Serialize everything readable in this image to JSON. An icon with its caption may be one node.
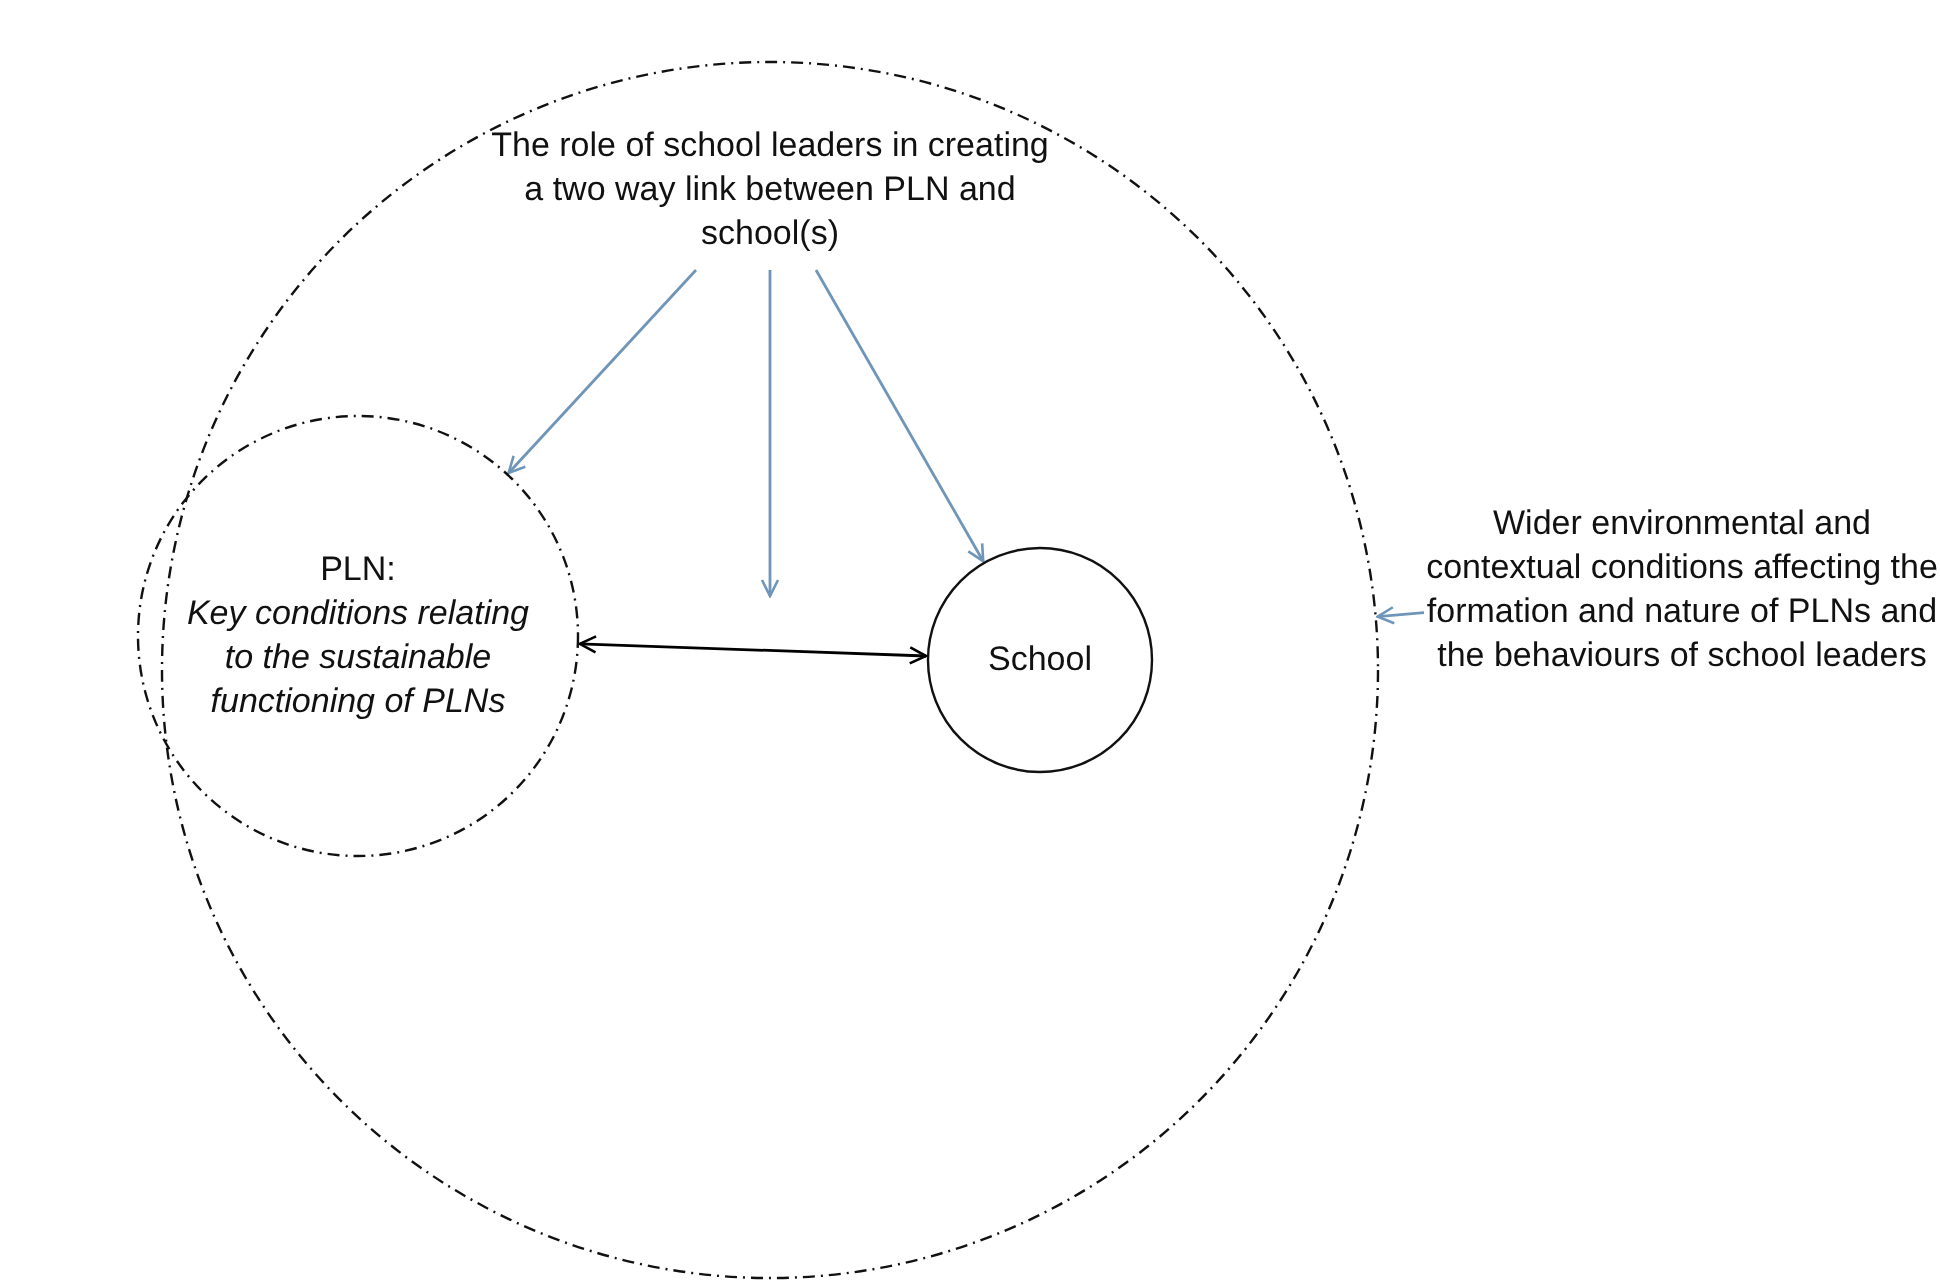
{
  "diagram": {
    "nodes": [
      {
        "text": [],
        "shape": "circle"
      },
      {
        "text": [
          "The role of school leaders in creating a two way link between PLN and school(s)"
        ],
        "in": 0
      },
      {
        "text": [
          "PLN:",
          "Key conditions relating to the sustainable functioning of PLNs"
        ],
        "in": 0
      },
      {
        "text": [
          "School"
        ],
        "in": 0
      },
      {
        "text": [
          "Wider environmental and contextual conditions affecting the formation and nature of PLNs and the behaviours of school leaders"
        ]
      }
    ],
    "edges": [
      {
        "from": 1,
        "to": 2,
        "arrow": "to"
      },
      {
        "from": 1,
        "to": null,
        "arrow": "to"
      },
      {
        "from": 1,
        "to": 3,
        "arrow": "to"
      },
      {
        "from": 2,
        "to": 3,
        "arrow": "both",
        "color": "#000000"
      },
      {
        "from": 4,
        "to": 0,
        "arrow": "to"
      }
    ]
  }
}
